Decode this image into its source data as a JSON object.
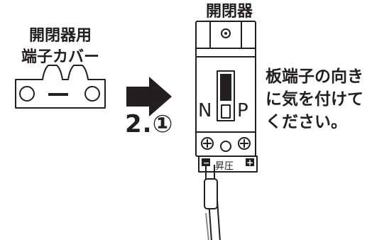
{
  "terminal_cover": {
    "label_line1": "開閉器用",
    "label_line2": "端子カバー"
  },
  "breaker": {
    "title": "開閉器",
    "left_mark": "N",
    "right_mark": "P",
    "terminal_label": "昇圧",
    "minus_mark": "−",
    "plus_mark": "+"
  },
  "step": {
    "label": "2.①"
  },
  "note": {
    "line1": "板端子の向き",
    "line2": "に気を付けて",
    "line3": "ください。"
  },
  "colors": {
    "ink": "#231f20",
    "arrow": "#231f20",
    "line_gray": "#8a8a8a"
  }
}
